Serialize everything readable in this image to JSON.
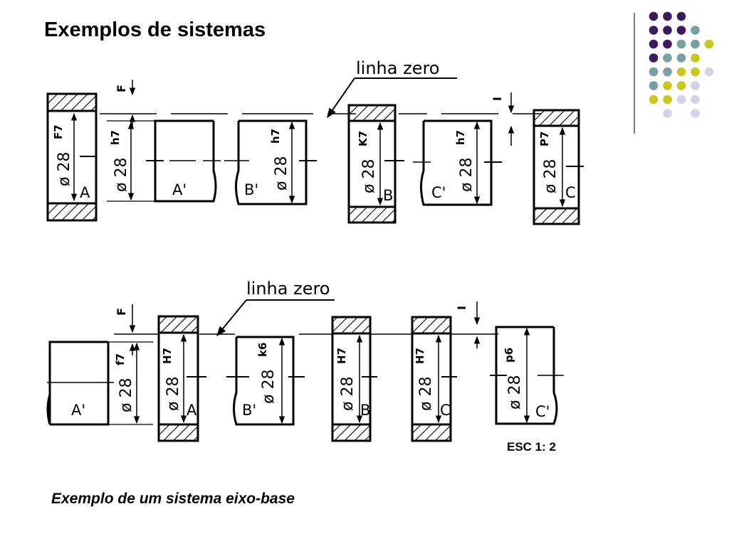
{
  "slide": {
    "title": "Exemplos de sistemas",
    "caption": "Exemplo de um sistema eixo-base"
  },
  "colors": {
    "purple": "#3d1a5c",
    "teal": "#78a0a0",
    "yellow": "#c8c81e",
    "lavender": "#d4d4e6",
    "divider": "#555555"
  },
  "decor": {
    "dot_grid": [
      [
        "purple",
        "purple",
        "purple",
        null,
        null
      ],
      [
        "purple",
        "purple",
        "purple",
        "teal",
        null
      ],
      [
        "purple",
        "purple",
        "teal",
        "teal",
        "yellow"
      ],
      [
        "purple",
        "teal",
        "teal",
        "yellow",
        null
      ],
      [
        "teal",
        "teal",
        "yellow",
        "yellow",
        "lavender"
      ],
      [
        "teal",
        "yellow",
        "yellow",
        "lavender",
        null
      ],
      [
        "yellow",
        "yellow",
        "lavender",
        "lavender",
        null
      ],
      [
        null,
        "lavender",
        null,
        "lavender",
        null
      ]
    ]
  },
  "diagram_top": {
    "zero_line_label": "linha zero",
    "f_label": "F",
    "i_label": "I",
    "parts": [
      {
        "dim": "ø 28",
        "tol": "F7",
        "letter": "A"
      },
      {
        "dim": "ø 28",
        "tol": "h7",
        "letter": "A'"
      },
      {
        "dim": "ø 28",
        "tol": "h7",
        "letter": "B'"
      },
      {
        "dim": "ø 28",
        "tol": "K7",
        "letter": "B"
      },
      {
        "dim": "ø 28",
        "tol": "h7",
        "letter": "C'"
      },
      {
        "dim": "ø 28",
        "tol": "P7",
        "letter": "C"
      }
    ]
  },
  "diagram_bottom": {
    "zero_line_label": "linha zero",
    "f_label": "F",
    "i_label": "I",
    "scale": "ESC 1: 2",
    "parts": [
      {
        "dim": "ø 28",
        "tol": "f7",
        "letter": "A'"
      },
      {
        "dim": "ø 28",
        "tol": "H7",
        "letter": "A"
      },
      {
        "dim": "ø 28",
        "tol": "k6",
        "letter": "B'"
      },
      {
        "dim": "ø 28",
        "tol": "H7",
        "letter": "B"
      },
      {
        "dim": "ø 28",
        "tol": "H7",
        "letter": "C"
      },
      {
        "dim": "ø 28",
        "tol": "p6",
        "letter": "C'"
      }
    ]
  }
}
